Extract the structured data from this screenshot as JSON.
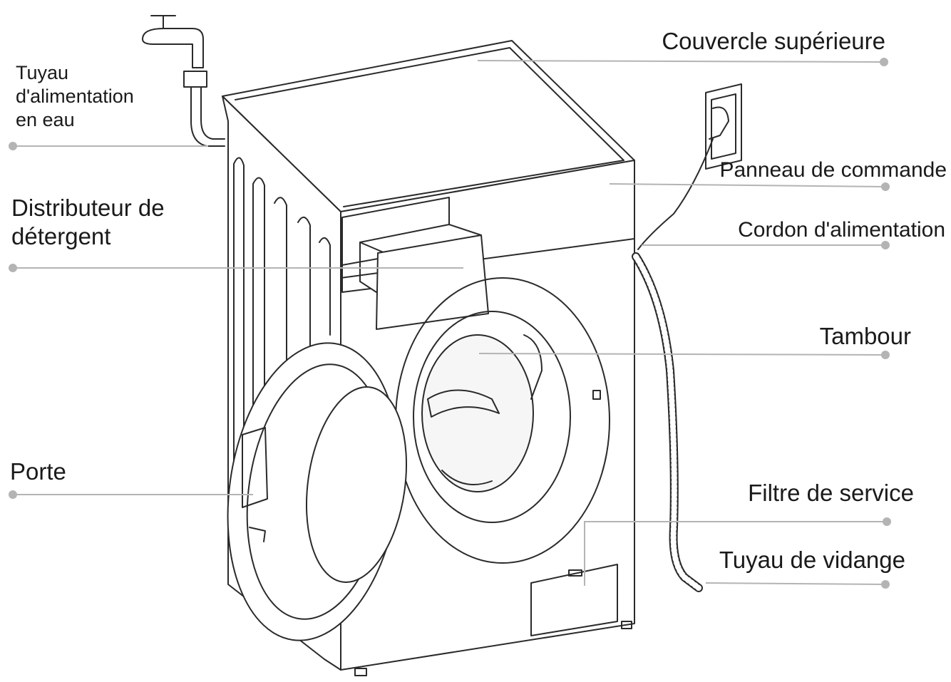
{
  "labels": {
    "water_hose": [
      "Tuyau",
      "d'alimentation",
      "en eau"
    ],
    "top_cover": "Couvercle supérieure",
    "control_panel": "Panneau de commande",
    "dispenser": [
      "Distributeur de",
      "détergent"
    ],
    "power_cord": "Cordon d'alimentation",
    "drum": "Tambour",
    "door": "Porte",
    "service_filter": "Filtre de service",
    "drain_hose": "Tuyau de vidange"
  },
  "colors": {
    "line": "#2a2a2a",
    "leader": "#b4b4b4",
    "dot": "#b4b4b4",
    "text": "#1a1a1a"
  }
}
